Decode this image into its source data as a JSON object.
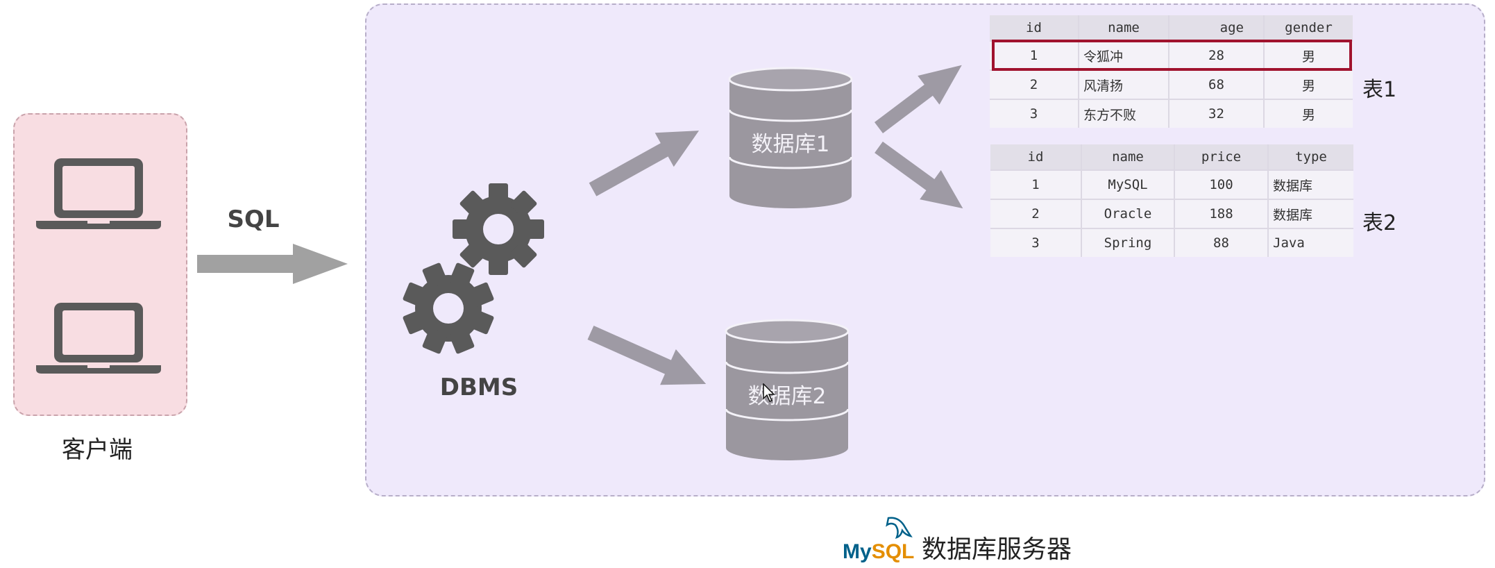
{
  "client": {
    "label": "客户端"
  },
  "sql_label": "SQL",
  "dbms_label": "DBMS",
  "databases": [
    {
      "label": "数据库1"
    },
    {
      "label": "数据库2"
    }
  ],
  "table1": {
    "label": "表1",
    "headers": [
      "id",
      "name",
      "age",
      "gender"
    ],
    "rows": [
      [
        "1",
        "令狐冲",
        "28",
        "男"
      ],
      [
        "2",
        "风清扬",
        "68",
        "男"
      ],
      [
        "3",
        "东方不败",
        "32",
        "男"
      ]
    ]
  },
  "table2": {
    "label": "表2",
    "headers": [
      "id",
      "name",
      "price",
      "type"
    ],
    "rows": [
      [
        "1",
        "MySQL",
        "100",
        "数据库"
      ],
      [
        "2",
        "Oracle",
        "188",
        "数据库"
      ],
      [
        "3",
        "Spring",
        "88",
        "Java"
      ]
    ]
  },
  "server": {
    "logo_text": "MySQL",
    "label": "数据库服务器"
  },
  "colors": {
    "client_bg": "#f8dde2",
    "server_bg": "#efe9fb",
    "arrow": "#9e9aa4",
    "gear": "#5a5a5a",
    "cylinder": "#9b979f",
    "highlight": "#a0132e",
    "mysql_blue": "#00618a",
    "mysql_orange": "#e48e00"
  },
  "icons": [
    "laptop-icon",
    "gear-icon",
    "database-icon",
    "mysql-dolphin-icon",
    "cursor-icon"
  ]
}
